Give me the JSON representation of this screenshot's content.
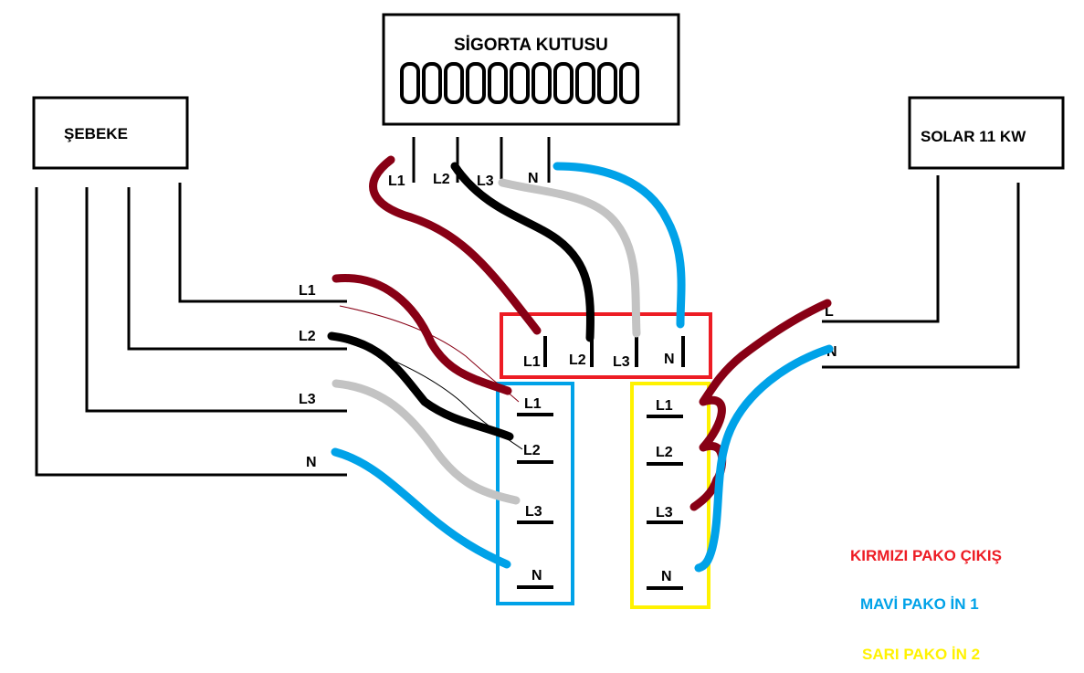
{
  "sigorta": {
    "title": "SİGORTA KUTUSU",
    "breakers": 11
  },
  "sebeke": {
    "title": "ŞEBEKE",
    "lines": [
      "L1",
      "L2",
      "L3",
      "N"
    ]
  },
  "solar": {
    "title": "SOLAR 11 KW",
    "lines": [
      "L",
      "N"
    ]
  },
  "fuse_terminals": [
    "L1",
    "L2",
    "L3",
    "N"
  ],
  "red_pako": {
    "terminals": [
      "L1",
      "L2",
      "L3",
      "N"
    ]
  },
  "blue_pako": {
    "terminals": [
      "L1",
      "L2",
      "L3",
      "N"
    ]
  },
  "yellow_pako": {
    "terminals": [
      "L1",
      "L2",
      "L3",
      "N"
    ]
  },
  "legend": {
    "red": "KIRMIZI PAKO ÇIKIŞ",
    "blue": "MAVİ PAKO İN 1",
    "yellow": "SARI PAKO İN 2"
  },
  "colors": {
    "red": "#ed1c24",
    "blue": "#00a2e8",
    "yellow": "#fff200",
    "maroon": "#880015",
    "black": "#000000",
    "grey": "#c3c3c3",
    "wire_blue": "#00a2e8"
  }
}
